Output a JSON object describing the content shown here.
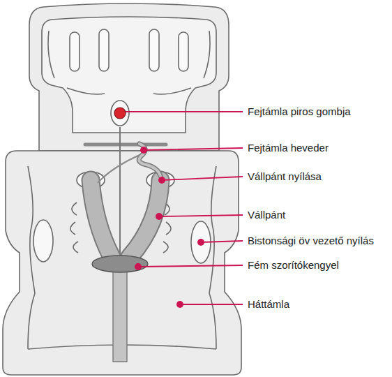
{
  "diagram": {
    "labels": [
      "Fejtámla piros gombja",
      "Fejtámla heveder",
      "Vállpánt nyílása",
      "Vállpánt",
      "Bistonsági öv vezető nyílás",
      "Fém szorítókengyel",
      "Háttámla"
    ]
  }
}
